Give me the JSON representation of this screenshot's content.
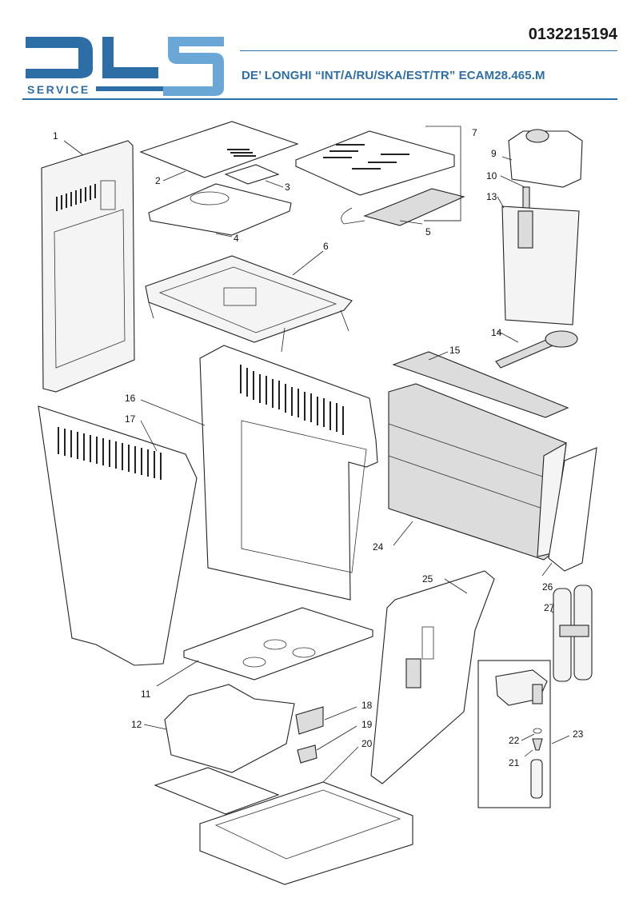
{
  "header": {
    "logo_text": "DLS",
    "logo_subtext": "SERVICE",
    "doc_number": "0132215194",
    "model": "DE’ LONGHI “INT/A/RU/SKA/EST/TR” ECAM28.465.M"
  },
  "colors": {
    "brand_blue": "#2e6ea6",
    "brand_light_blue": "#6aa7d6"
  },
  "callouts": {
    "c1": "1",
    "c2": "2",
    "c3": "3",
    "c4": "4",
    "c5": "5",
    "c6": "6",
    "c7": "7",
    "c9": "9",
    "c10": "10",
    "c11": "11",
    "c12": "12",
    "c13": "13",
    "c14": "14",
    "c15": "15",
    "c16": "16",
    "c17": "17",
    "c18": "18",
    "c19": "19",
    "c20": "20",
    "c21": "21",
    "c22": "22",
    "c23": "23",
    "c24": "24",
    "c25": "25",
    "c26": "26",
    "c27": "27"
  }
}
